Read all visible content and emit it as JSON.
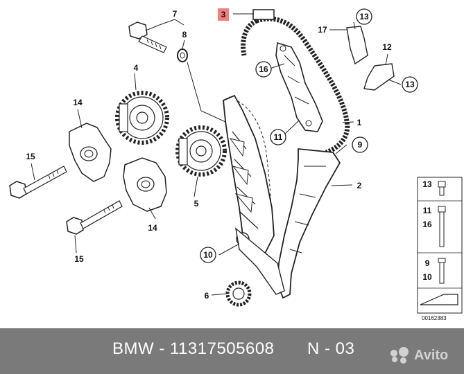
{
  "callouts": {
    "c1": "1",
    "c2": "2",
    "c3": "3",
    "c4": "4",
    "c5": "5",
    "c6": "6",
    "c7": "7",
    "c8": "8",
    "c9": "9",
    "c10": "10",
    "c11": "11",
    "c12": "12",
    "c13a": "13",
    "c13b": "13",
    "c14a": "14",
    "c14b": "14",
    "c15a": "15",
    "c15b": "15",
    "c16": "16",
    "c17": "17"
  },
  "legend": {
    "r13": "13",
    "r11": "11",
    "r16": "16",
    "r9": "9",
    "r10": "10"
  },
  "doc_id": "00162383",
  "footer": {
    "part_line": "BMW - 11317505608",
    "position": "N - 03"
  },
  "watermark": {
    "brand": "Avito"
  },
  "colors": {
    "highlight": "#f08080",
    "footer_bg": "#7a7a7a"
  }
}
